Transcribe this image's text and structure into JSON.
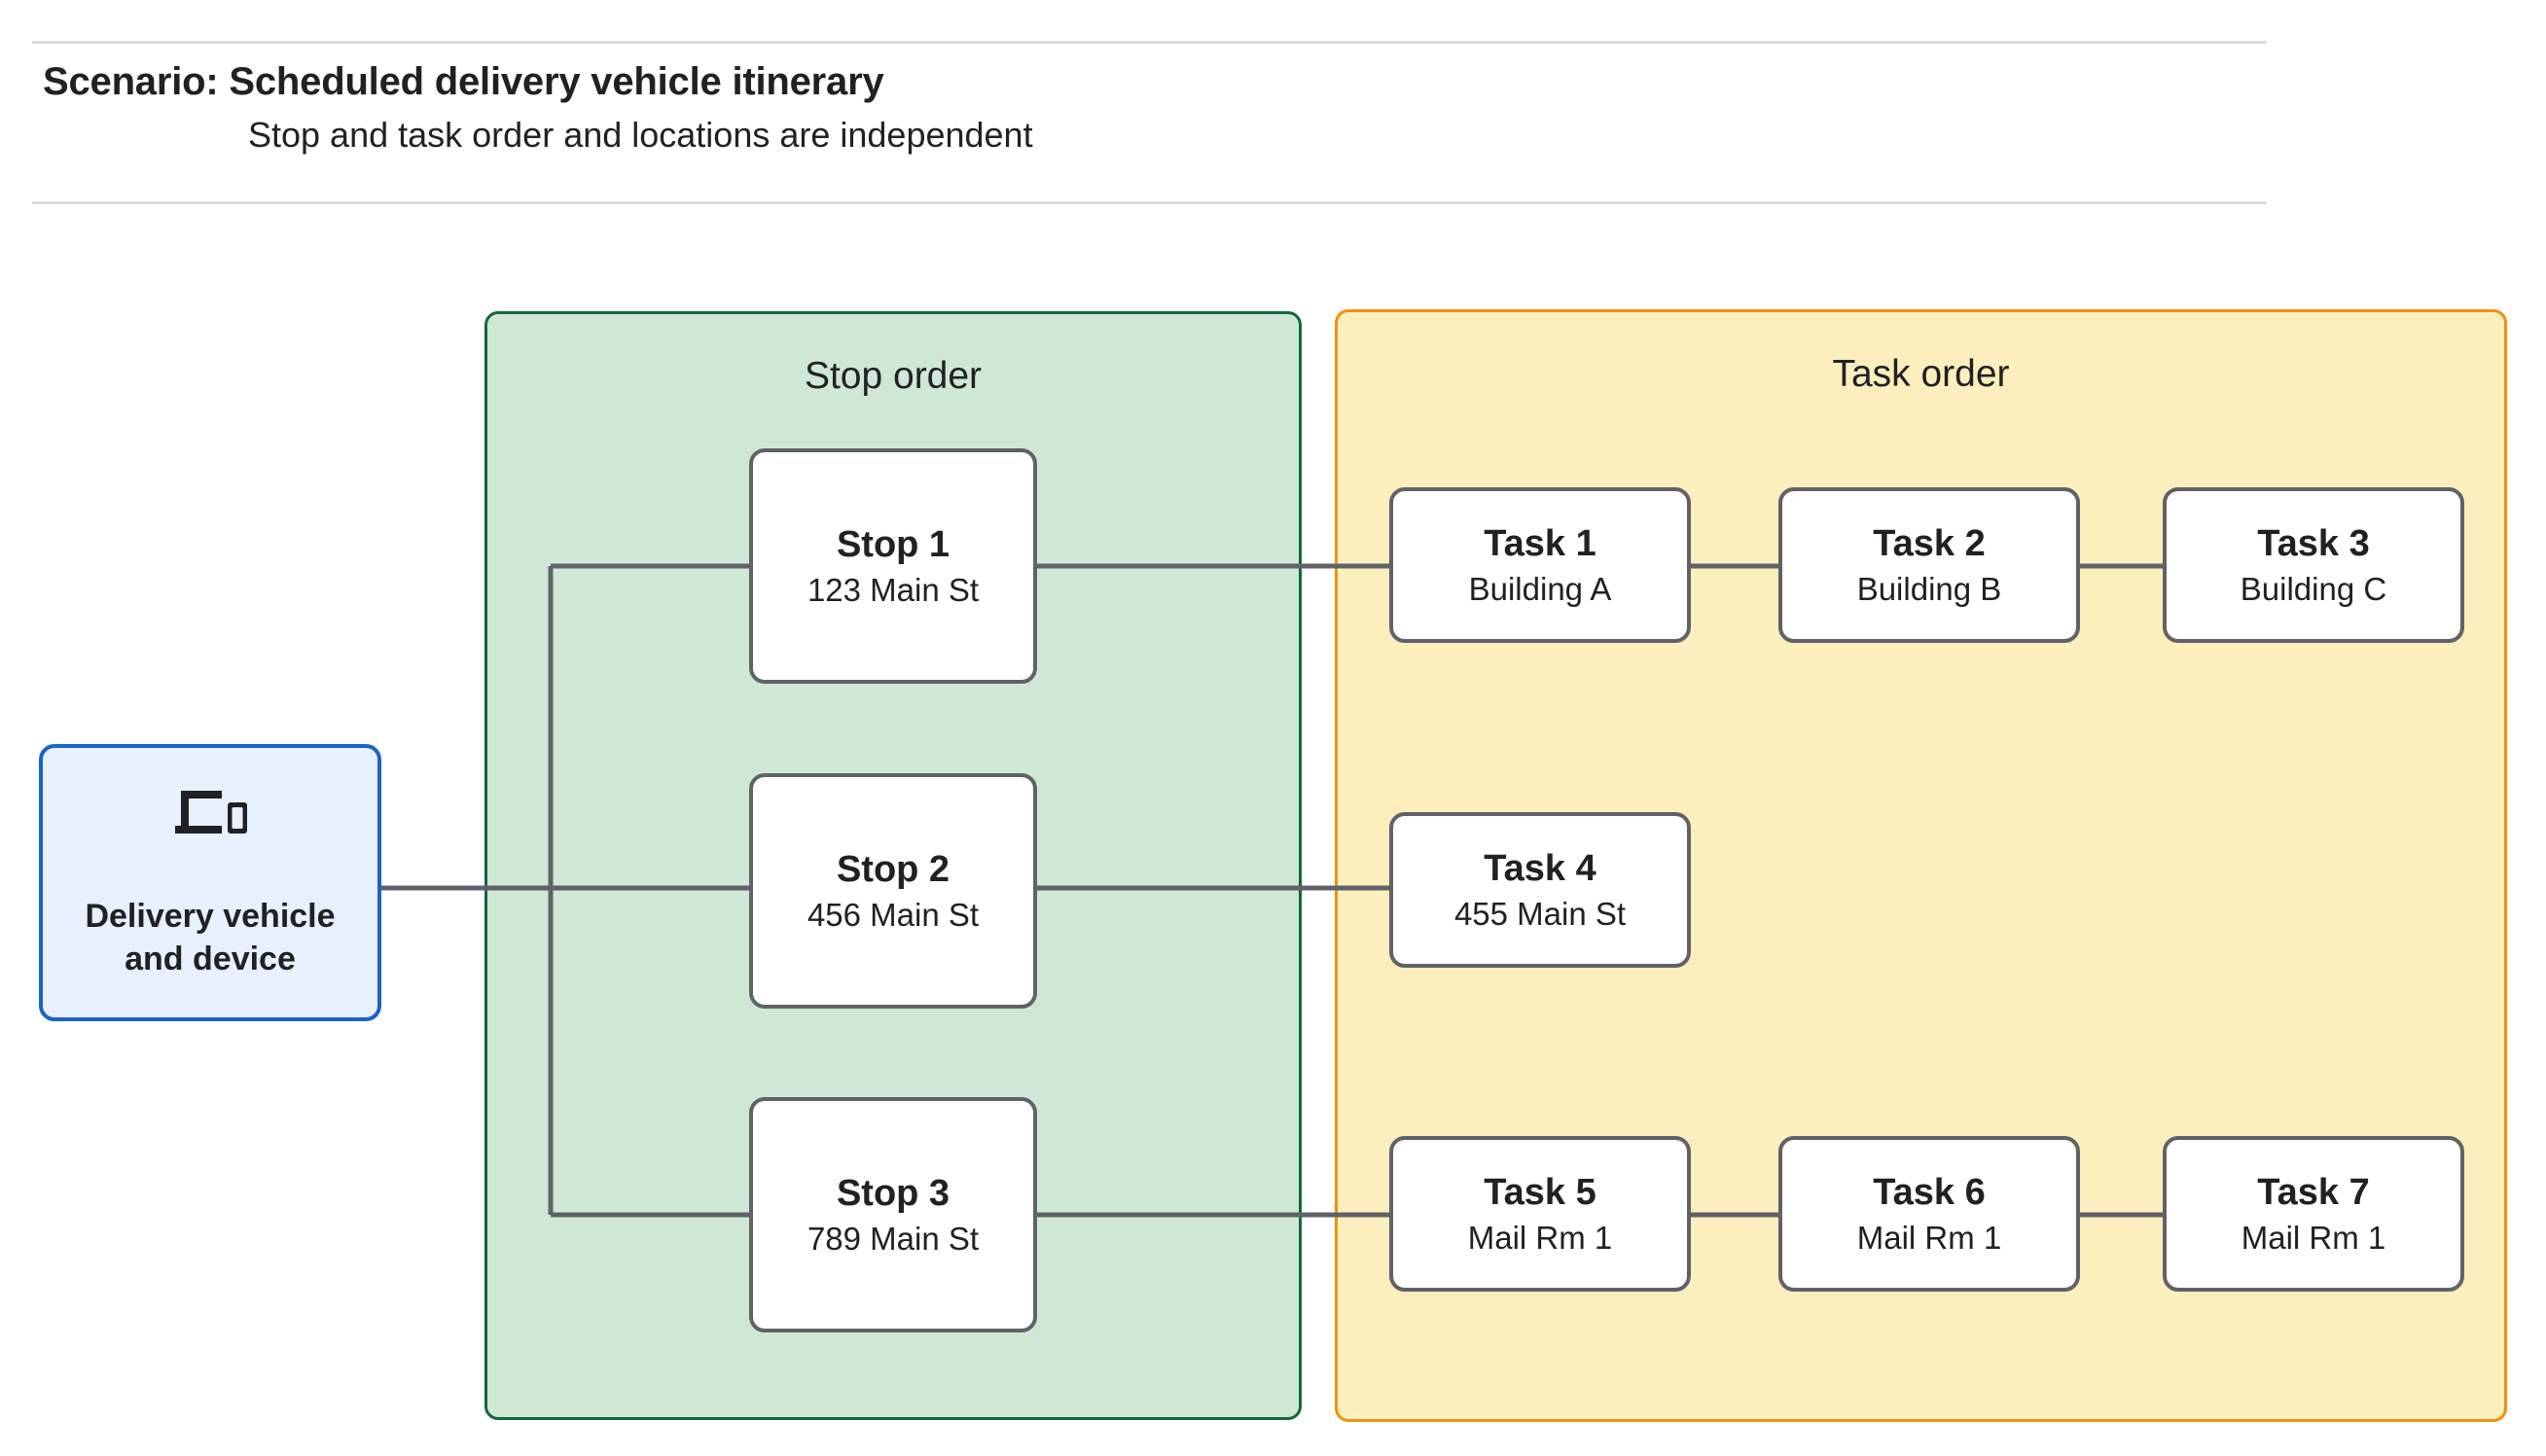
{
  "header": {
    "title": "Scenario: Scheduled delivery vehicle itinerary",
    "subtitle": "Stop and task order and locations are independent"
  },
  "vehicle": {
    "icon": "devices-icon",
    "label_line1": "Delivery vehicle",
    "label_line2": "and device"
  },
  "stop_panel": {
    "title": "Stop order",
    "fill_color": "#cfe8d5",
    "border_color": "#13683a",
    "stops": [
      {
        "title": "Stop 1",
        "address": "123 Main St"
      },
      {
        "title": "Stop 2",
        "address": "456 Main St"
      },
      {
        "title": "Stop 3",
        "address": "789 Main St"
      }
    ]
  },
  "task_panel": {
    "title": "Task order",
    "fill_color": "#fdeebd",
    "border_color": "#f2910f",
    "tasks": [
      {
        "title": "Task 1",
        "location": "Building A"
      },
      {
        "title": "Task 2",
        "location": "Building B"
      },
      {
        "title": "Task 3",
        "location": "Building C"
      },
      {
        "title": "Task 4",
        "location": "455 Main St"
      },
      {
        "title": "Task 5",
        "location": "Mail Rm 1"
      },
      {
        "title": "Task 6",
        "location": "Mail Rm 1"
      },
      {
        "title": "Task 7",
        "location": "Mail Rm 1"
      }
    ]
  },
  "style": {
    "connector_color": "#5f6368",
    "node_border_color": "#5f6368",
    "vehicle_border_color": "#1a63c9",
    "vehicle_fill_color": "#e8f0fe",
    "divider_color": "#dadce0",
    "text_color": "#202124"
  }
}
